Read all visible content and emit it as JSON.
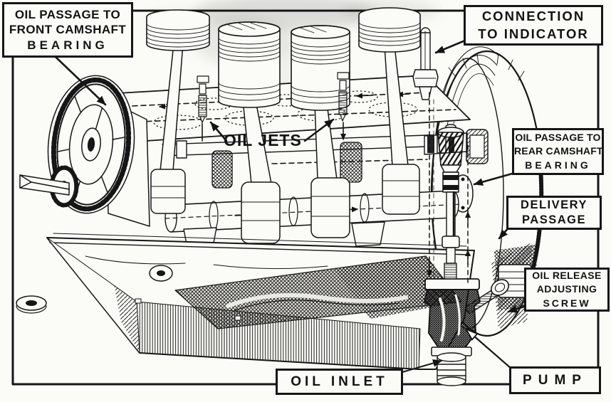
{
  "figure": {
    "title": "Engine lubrication system cutaway engraving",
    "ink_color": "#161616",
    "paper_color": "#fbfbf7",
    "smudge_color": "#8a8a8a"
  },
  "labels": {
    "front_camshaft": {
      "lines": [
        "OIL PASSAGE TO",
        "FRONT CAMSHAFT",
        "BEARING"
      ]
    },
    "connection_indicator": {
      "lines": [
        "CONNECTION",
        "TO INDICATOR"
      ]
    },
    "oil_jets": {
      "text": "OIL JETS"
    },
    "rear_camshaft": {
      "lines": [
        "OIL PASSAGE TO",
        "REAR CAMSHAFT",
        "BEARING"
      ]
    },
    "delivery_passage": {
      "lines": [
        "DELIVERY",
        "PASSAGE"
      ]
    },
    "oil_release": {
      "lines": [
        "OIL RELEASE",
        "ADJUSTING",
        "SCREW"
      ]
    },
    "oil_inlet": {
      "text": "OIL INLET"
    },
    "pump": {
      "text": "PUMP"
    }
  }
}
